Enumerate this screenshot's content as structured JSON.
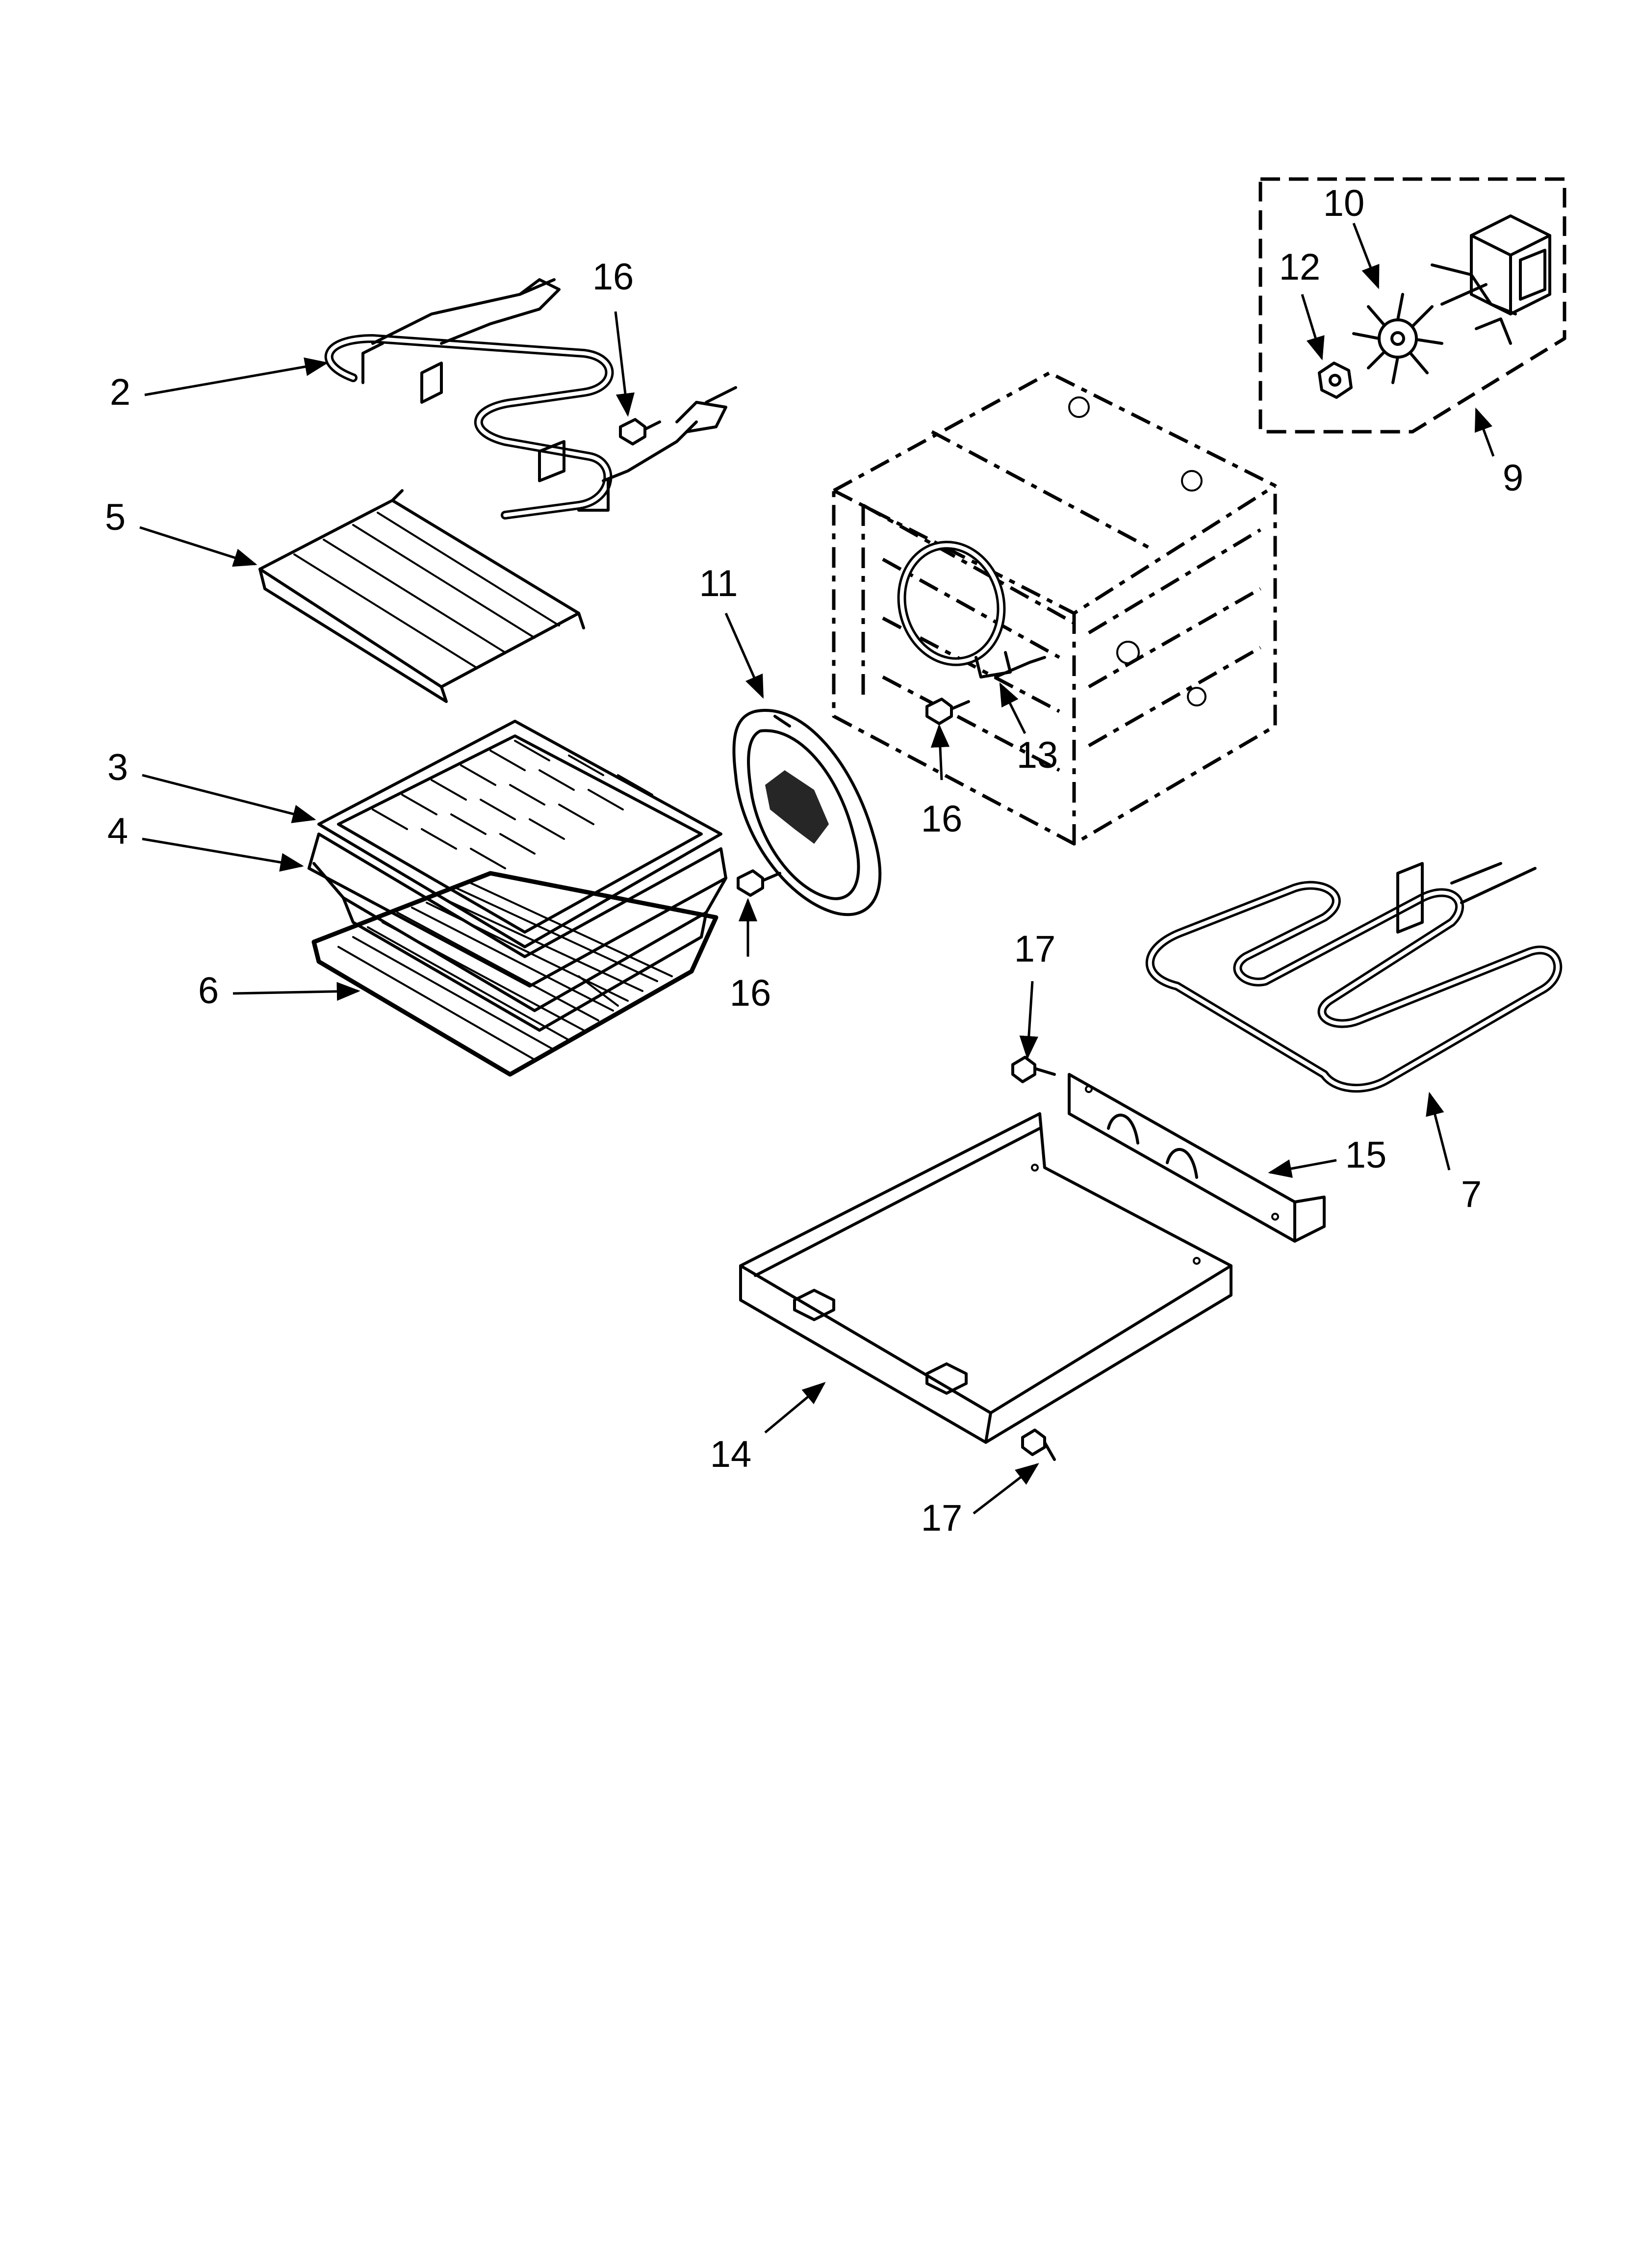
{
  "callouts": {
    "c2": "2",
    "c3": "3",
    "c4": "4",
    "c5": "5",
    "c6": "6",
    "c7": "7",
    "c9": "9",
    "c10": "10",
    "c11": "11",
    "c12": "12",
    "c13": "13",
    "c14": "14",
    "c15": "15",
    "c16a": "16",
    "c16b": "16",
    "c16c": "16",
    "c17a": "17",
    "c17b": "17"
  }
}
